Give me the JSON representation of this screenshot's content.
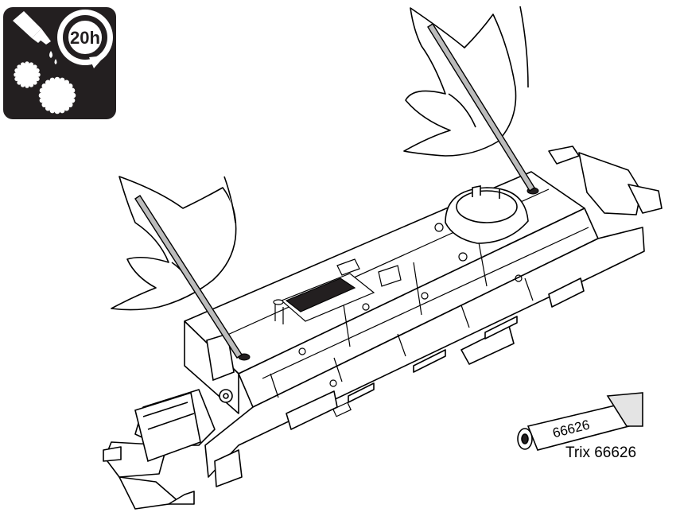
{
  "badge": {
    "hours_text": "20h",
    "icon_name": "oil-interval-icon",
    "background_color": "#231f20"
  },
  "grease_tube": {
    "tube_label": "66626",
    "caption": "Trix 66626"
  },
  "colors": {
    "line": "#000000",
    "paper": "#ffffff"
  }
}
